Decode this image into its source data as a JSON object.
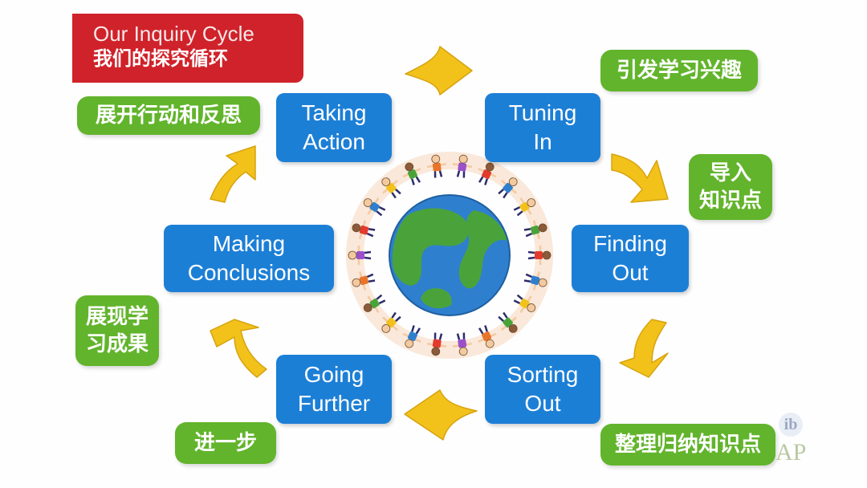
{
  "title": {
    "en": "Our Inquiry Cycle",
    "zh": "我们的探究循环"
  },
  "stages": {
    "tuning_in": [
      "Tuning",
      "In"
    ],
    "finding_out": [
      "Finding",
      "Out"
    ],
    "sorting_out": [
      "Sorting",
      "Out"
    ],
    "going_further": [
      "Going",
      "Further"
    ],
    "making_conclusions": [
      "Making",
      "Conclusions"
    ],
    "taking_action": [
      "Taking",
      "Action"
    ]
  },
  "notes": {
    "tuning_in": [
      "引发学习兴趣"
    ],
    "finding_out": [
      "导入",
      "知识点"
    ],
    "sorting_out": [
      "整理归纳知识点"
    ],
    "going_further": [
      "进一步"
    ],
    "making_conclusions": [
      "展现学",
      "习成果"
    ],
    "taking_action": [
      "展开行动和反思"
    ]
  },
  "logos": {
    "ib": "ib",
    "ap": "AP"
  },
  "colors": {
    "title_red": "#d0222a",
    "stage_blue": "#1c7fd6",
    "note_green": "#62b42c",
    "arrow_yellow": "#f2c21b",
    "ocean": "#2f7fcf",
    "land": "#4aa33a"
  },
  "icons": [
    "arrow-icon",
    "globe-icon",
    "children-ring-icon",
    "ib-logo-icon",
    "ap-logo-icon"
  ]
}
